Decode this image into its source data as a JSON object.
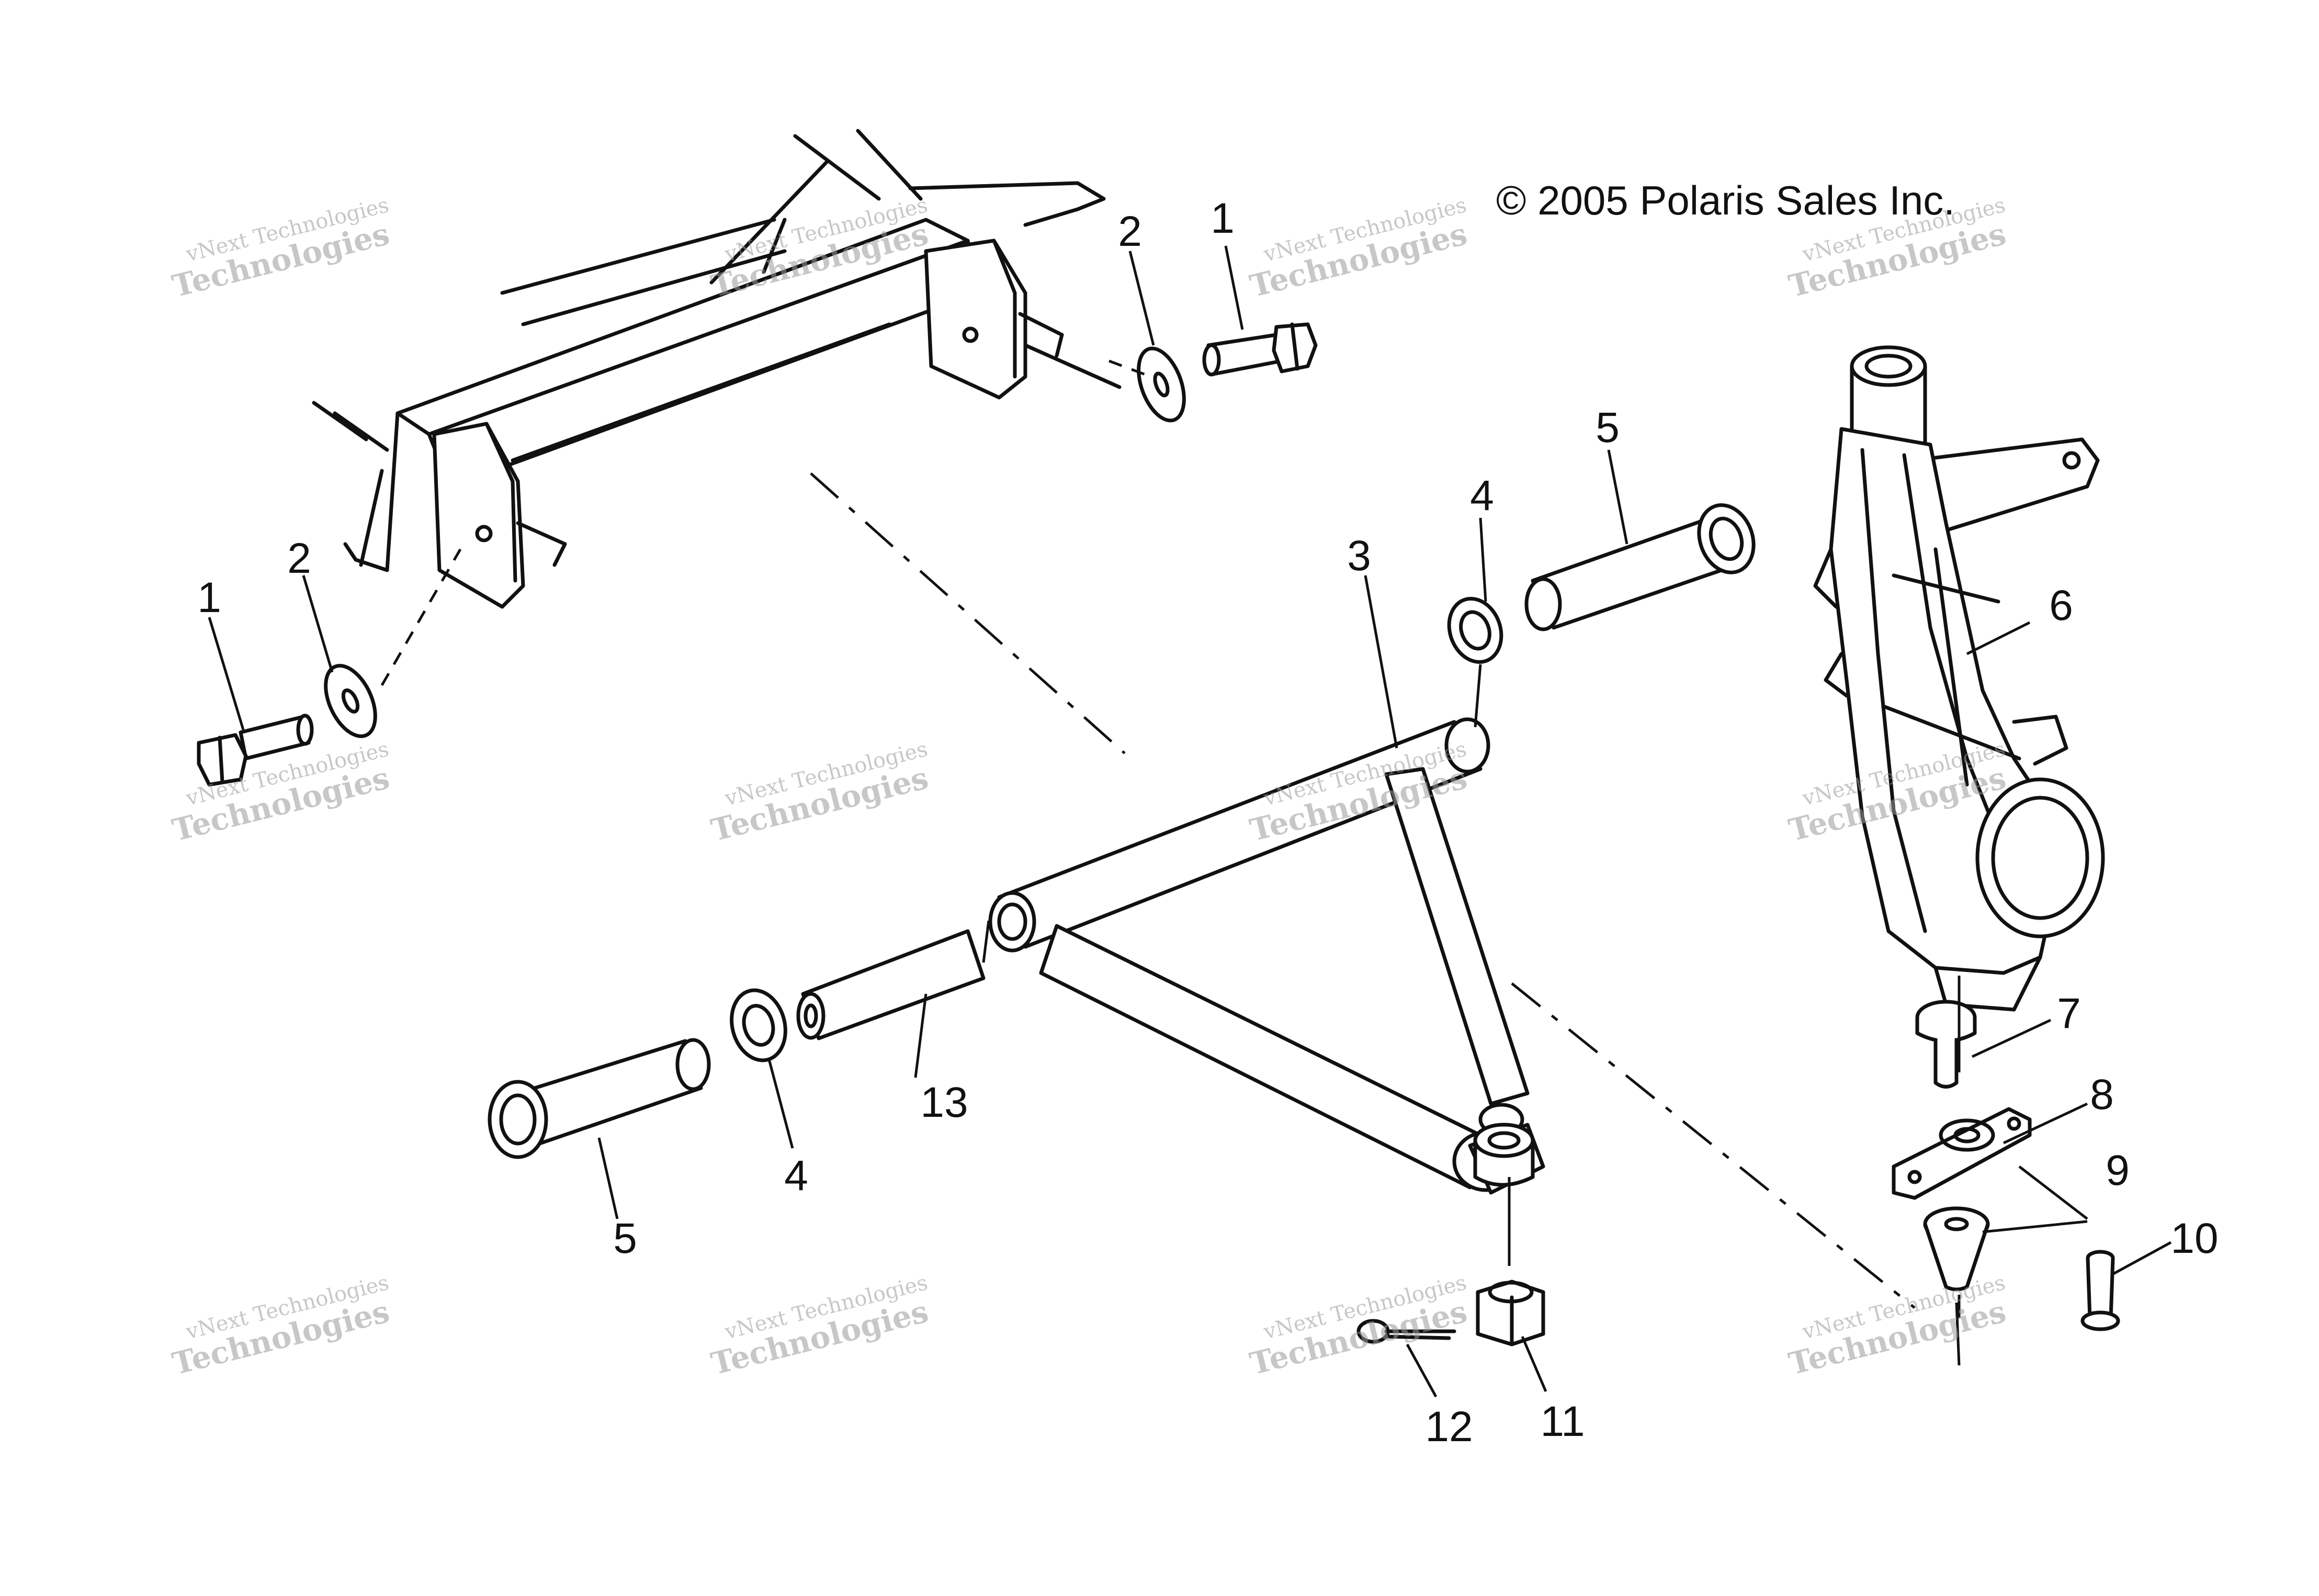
{
  "copyright": "© 2005 Polaris Sales Inc.",
  "watermark": {
    "line1": "vNext Technologies",
    "line2": "Technologies"
  },
  "callouts": {
    "c1a": "1",
    "c1b": "1",
    "c2a": "2",
    "c2b": "2",
    "c3": "3",
    "c4a": "4",
    "c4b": "4",
    "c5a": "5",
    "c5b": "5",
    "c6": "6",
    "c7": "7",
    "c8": "8",
    "c9": "9",
    "c10": "10",
    "c11": "11",
    "c12": "12",
    "c13": "13"
  }
}
